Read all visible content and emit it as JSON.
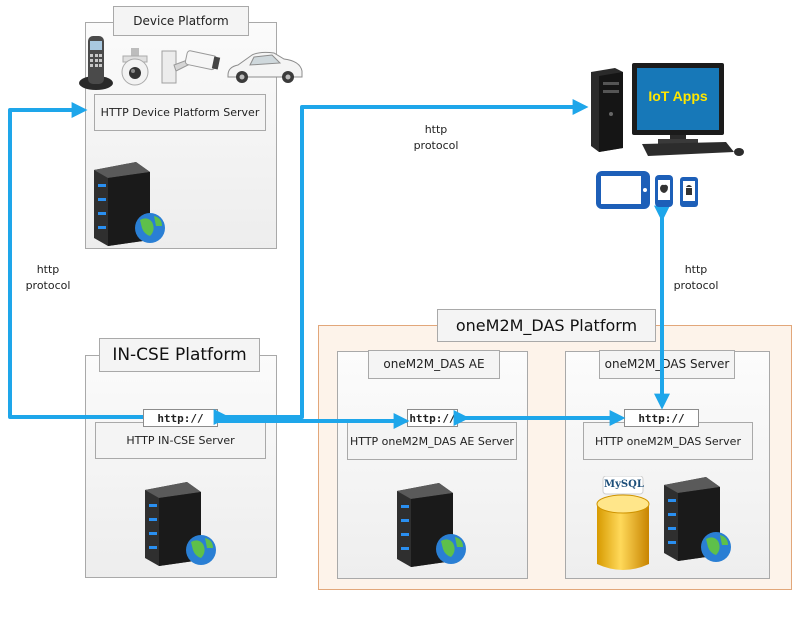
{
  "colors": {
    "arrow": "#1ea6ea",
    "das_border": "#e2a77a",
    "das_fill": "#fdf3ea",
    "server_light": "#2a8ff0",
    "iot_screen": "#1778b8",
    "iot_text": "#ffe600"
  },
  "device_platform": {
    "title": "Device Platform",
    "server_label": "HTTP Device Platform Server",
    "devices": [
      "phone-icon",
      "dome-camera-icon",
      "cctv-camera-icon",
      "car-icon"
    ]
  },
  "incse_platform": {
    "title": "IN-CSE Platform",
    "http_tag": "http://",
    "server_label": "HTTP IN-CSE Server"
  },
  "das_platform": {
    "title": "oneM2M_DAS Platform",
    "ae": {
      "title": "oneM2M_DAS AE",
      "http_tag": "http://",
      "server_label": "HTTP oneM2M_DAS AE Server"
    },
    "server": {
      "title": "oneM2M_DAS Server",
      "http_tag": "http://",
      "server_label": "HTTP oneM2M_DAS Server",
      "db_label": "MySQL"
    }
  },
  "iot_apps": {
    "screen_label": "IoT Apps"
  },
  "protocol_notes": [
    {
      "line1": "http",
      "line2": "protocol"
    },
    {
      "line1": "http",
      "line2": "protocol"
    },
    {
      "line1": "http",
      "line2": "protocol"
    }
  ]
}
